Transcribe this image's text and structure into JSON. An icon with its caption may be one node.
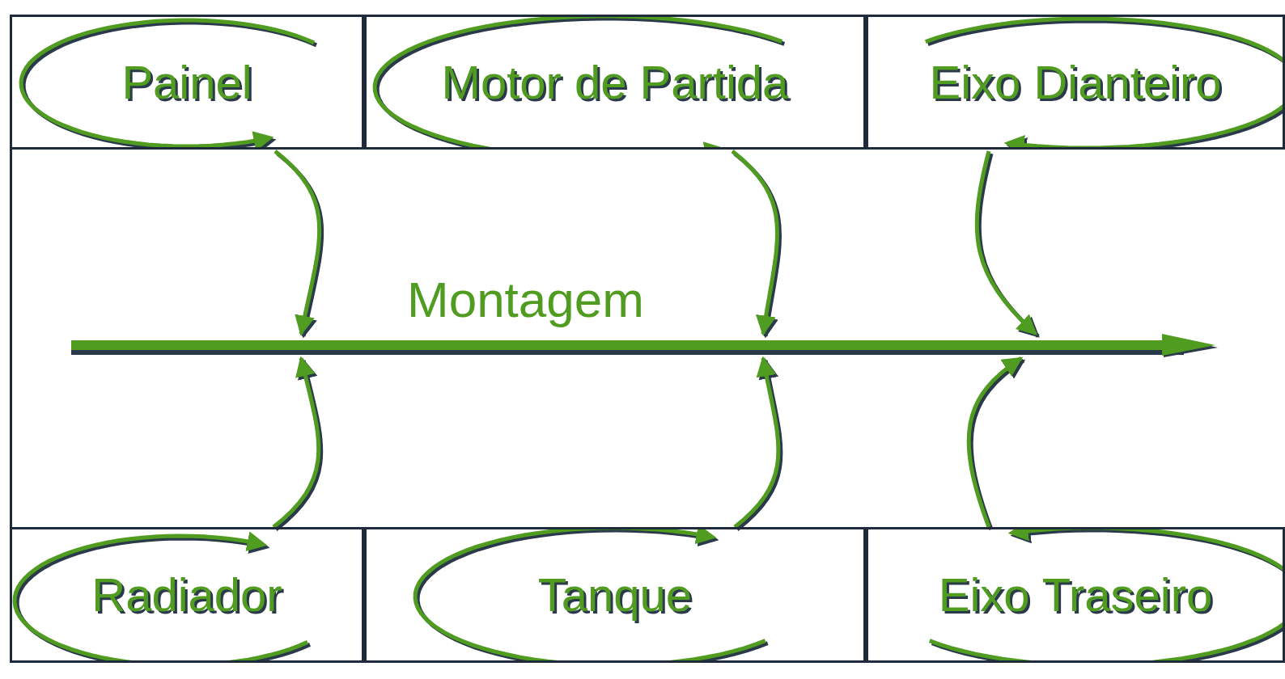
{
  "diagram": {
    "nodes": [
      {
        "text": [
          "Painel"
        ]
      },
      {
        "text": [
          "Motor de Partida"
        ]
      },
      {
        "text": [
          "Eixo Dianteiro"
        ]
      },
      {
        "text": [
          "Radiador"
        ]
      },
      {
        "text": [
          "Tanque"
        ]
      },
      {
        "text": [
          "Eixo Traseiro"
        ]
      },
      {
        "text": [],
        "shape": "bar"
      }
    ],
    "edges": [
      {
        "from": 0,
        "to": 6,
        "arrow": "to"
      },
      {
        "from": 1,
        "to": 6,
        "arrow": "to"
      },
      {
        "from": 2,
        "to": 6,
        "arrow": "to"
      },
      {
        "from": 3,
        "to": 6,
        "arrow": "to"
      },
      {
        "from": 4,
        "to": 6,
        "arrow": "to"
      },
      {
        "from": 5,
        "to": 6,
        "arrow": "to"
      }
    ],
    "labels": [
      "Montagem"
    ]
  }
}
